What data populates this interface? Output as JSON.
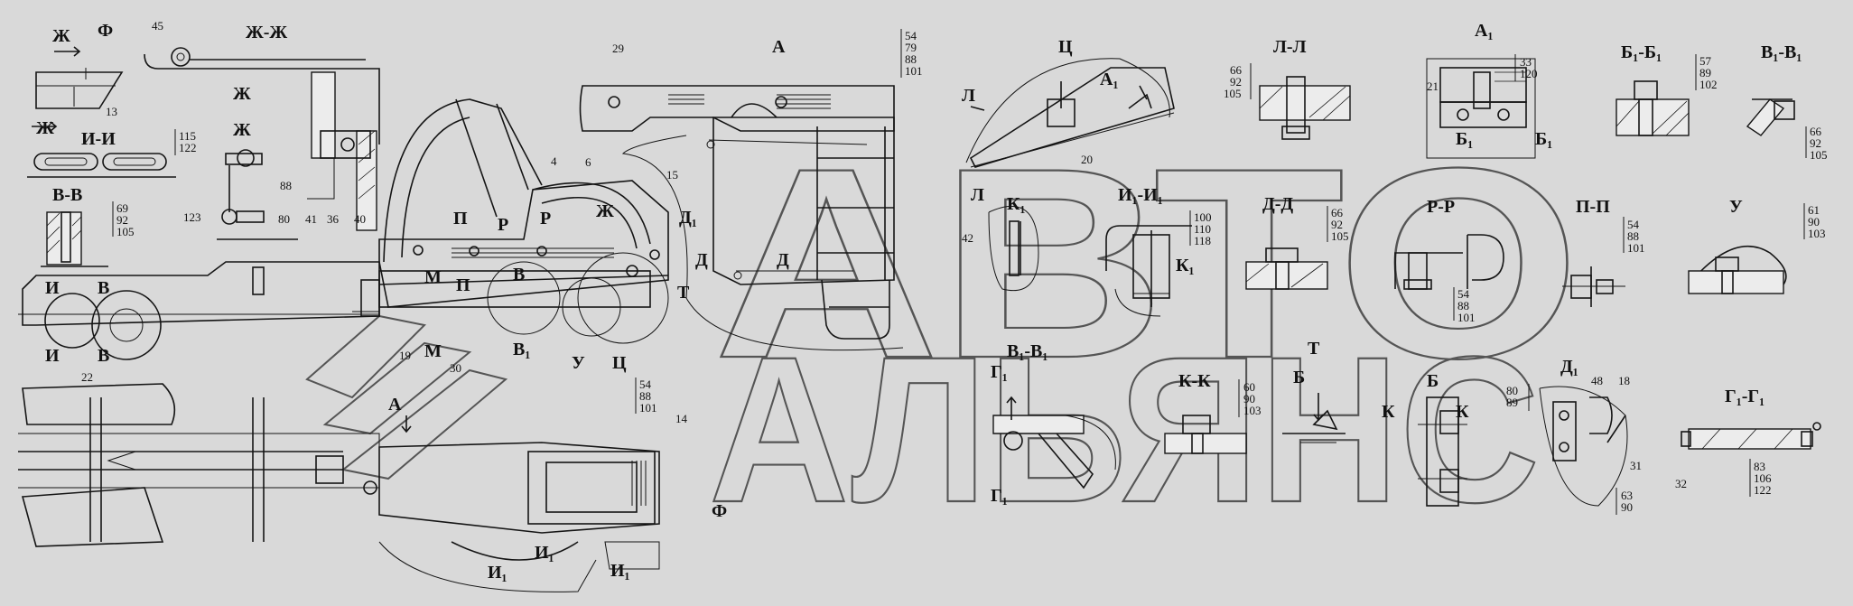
{
  "watermark": {
    "line1": "АВТО",
    "line2": "АЛЬЯНС"
  },
  "section_labels": [
    {
      "id": "zh",
      "text": "Ж"
    },
    {
      "id": "f",
      "text": "Ф"
    },
    {
      "id": "zh-zh",
      "text": "Ж-Ж"
    },
    {
      "id": "a",
      "text": "А"
    },
    {
      "id": "ts",
      "text": "Ц"
    },
    {
      "id": "l-l",
      "text": "Л-Л"
    },
    {
      "id": "a1",
      "text": "А₁"
    },
    {
      "id": "b1-b1",
      "text": "Б₁-Б₁"
    },
    {
      "id": "v1-v1",
      "text": "В₁-В₁"
    },
    {
      "id": "i-i",
      "text": "И-И"
    },
    {
      "id": "zh2",
      "text": "Ж"
    },
    {
      "id": "v-v",
      "text": "В-В"
    },
    {
      "id": "k1",
      "text": "К₁"
    },
    {
      "id": "i1-i1",
      "text": "И₁-И₁"
    },
    {
      "id": "d-d",
      "text": "Д-Д"
    },
    {
      "id": "r-r",
      "text": "Р-Р"
    },
    {
      "id": "p-p",
      "text": "П-П"
    },
    {
      "id": "u",
      "text": "У"
    },
    {
      "id": "v1-v1b",
      "text": "В₁-В₁"
    },
    {
      "id": "k-k",
      "text": "К-К"
    },
    {
      "id": "t",
      "text": "Т"
    },
    {
      "id": "b",
      "text": "Б"
    },
    {
      "id": "d1",
      "text": "Д₁"
    },
    {
      "id": "g1-g1",
      "text": "Г₁-Г₁"
    },
    {
      "id": "a-view",
      "text": "А"
    },
    {
      "id": "f-view",
      "text": "Ф"
    }
  ],
  "callouts": [
    {
      "id": "c45",
      "text": "45"
    },
    {
      "id": "c13",
      "text": "13"
    },
    {
      "id": "c29",
      "text": "29"
    },
    {
      "id": "c4",
      "text": "4"
    },
    {
      "id": "c6",
      "text": "6"
    },
    {
      "id": "c15",
      "text": "15"
    },
    {
      "id": "c20",
      "text": "20"
    },
    {
      "id": "c88",
      "text": "88"
    },
    {
      "id": "c123",
      "text": "123"
    },
    {
      "id": "c80",
      "text": "80"
    },
    {
      "id": "c41",
      "text": "41"
    },
    {
      "id": "c36",
      "text": "36"
    },
    {
      "id": "c40",
      "text": "40"
    },
    {
      "id": "c21",
      "text": "21"
    },
    {
      "id": "c42",
      "text": "42"
    },
    {
      "id": "c19",
      "text": "19"
    },
    {
      "id": "c30",
      "text": "30"
    },
    {
      "id": "c22",
      "text": "22"
    },
    {
      "id": "c14",
      "text": "14"
    },
    {
      "id": "c32",
      "text": "32"
    },
    {
      "id": "c48",
      "text": "48"
    },
    {
      "id": "c18",
      "text": "18"
    },
    {
      "id": "c31",
      "text": "31"
    }
  ],
  "callout_stacks": [
    {
      "id": "s-54-79",
      "lines": [
        "54",
        "79",
        "88",
        "101"
      ]
    },
    {
      "id": "s-66-92",
      "lines": [
        "66",
        "92",
        "105"
      ]
    },
    {
      "id": "s-33-120",
      "lines": [
        "33",
        "120"
      ]
    },
    {
      "id": "s-57-89",
      "lines": [
        "57",
        "89",
        "102"
      ]
    },
    {
      "id": "s-66-92b",
      "lines": [
        "66",
        "92",
        "105"
      ]
    },
    {
      "id": "s-115-122",
      "lines": [
        "115",
        "122"
      ]
    },
    {
      "id": "s-69-92",
      "lines": [
        "69",
        "92",
        "105"
      ]
    },
    {
      "id": "s-100-110",
      "lines": [
        "100",
        "110",
        "118"
      ]
    },
    {
      "id": "s-66-92c",
      "lines": [
        "66",
        "92",
        "105"
      ]
    },
    {
      "id": "s-54-88",
      "lines": [
        "54",
        "88",
        "101"
      ]
    },
    {
      "id": "s-61-90",
      "lines": [
        "61",
        "90",
        "103"
      ]
    },
    {
      "id": "s-54-88b",
      "lines": [
        "54",
        "88",
        "101"
      ]
    },
    {
      "id": "s-54-88c",
      "lines": [
        "54",
        "88",
        "101"
      ]
    },
    {
      "id": "s-60-90",
      "lines": [
        "60",
        "90",
        "103"
      ]
    },
    {
      "id": "s-80-89",
      "lines": [
        "80",
        "89"
      ]
    },
    {
      "id": "s-63-90",
      "lines": [
        "63",
        "90"
      ]
    },
    {
      "id": "s-83-106",
      "lines": [
        "83",
        "106",
        "122"
      ]
    }
  ],
  "cut_marks": [
    {
      "id": "m-zh",
      "text": "Ж"
    },
    {
      "id": "m-zh2",
      "text": "Ж"
    },
    {
      "id": "m-i",
      "text": "И"
    },
    {
      "id": "m-i2",
      "text": "И"
    },
    {
      "id": "m-v",
      "text": "В"
    },
    {
      "id": "m-v2",
      "text": "В"
    },
    {
      "id": "m-p",
      "text": "П"
    },
    {
      "id": "m-p2",
      "text": "П"
    },
    {
      "id": "m-r",
      "text": "Р"
    },
    {
      "id": "m-r2",
      "text": "Р"
    },
    {
      "id": "m-m",
      "text": "М"
    },
    {
      "id": "m-m2",
      "text": "М"
    },
    {
      "id": "m-v1",
      "text": "В"
    },
    {
      "id": "m-v1b",
      "text": "В₁"
    },
    {
      "id": "m-d",
      "text": "Д"
    },
    {
      "id": "m-d2",
      "text": "Д"
    },
    {
      "id": "m-d1",
      "text": "Д₁"
    },
    {
      "id": "m-t",
      "text": "Т"
    },
    {
      "id": "m-u",
      "text": "У"
    },
    {
      "id": "m-ts",
      "text": "Ц"
    },
    {
      "id": "m-l",
      "text": "Л"
    },
    {
      "id": "m-l2",
      "text": "Л"
    },
    {
      "id": "m-a1",
      "text": "А₁"
    },
    {
      "id": "m-b1",
      "text": "Б₁"
    },
    {
      "id": "m-b1b",
      "text": "Б₁"
    },
    {
      "id": "m-k1",
      "text": "К₁"
    },
    {
      "id": "m-g1",
      "text": "Г₁"
    },
    {
      "id": "m-g1b",
      "text": "Г₁"
    },
    {
      "id": "m-b",
      "text": "Б"
    },
    {
      "id": "m-k",
      "text": "К"
    },
    {
      "id": "m-k2",
      "text": "К"
    },
    {
      "id": "m-i1",
      "text": "И₁"
    },
    {
      "id": "m-i1b",
      "text": "И₁"
    },
    {
      "id": "m-i1c",
      "text": "И₁"
    },
    {
      "id": "m-zh3",
      "text": "Ж"
    }
  ]
}
